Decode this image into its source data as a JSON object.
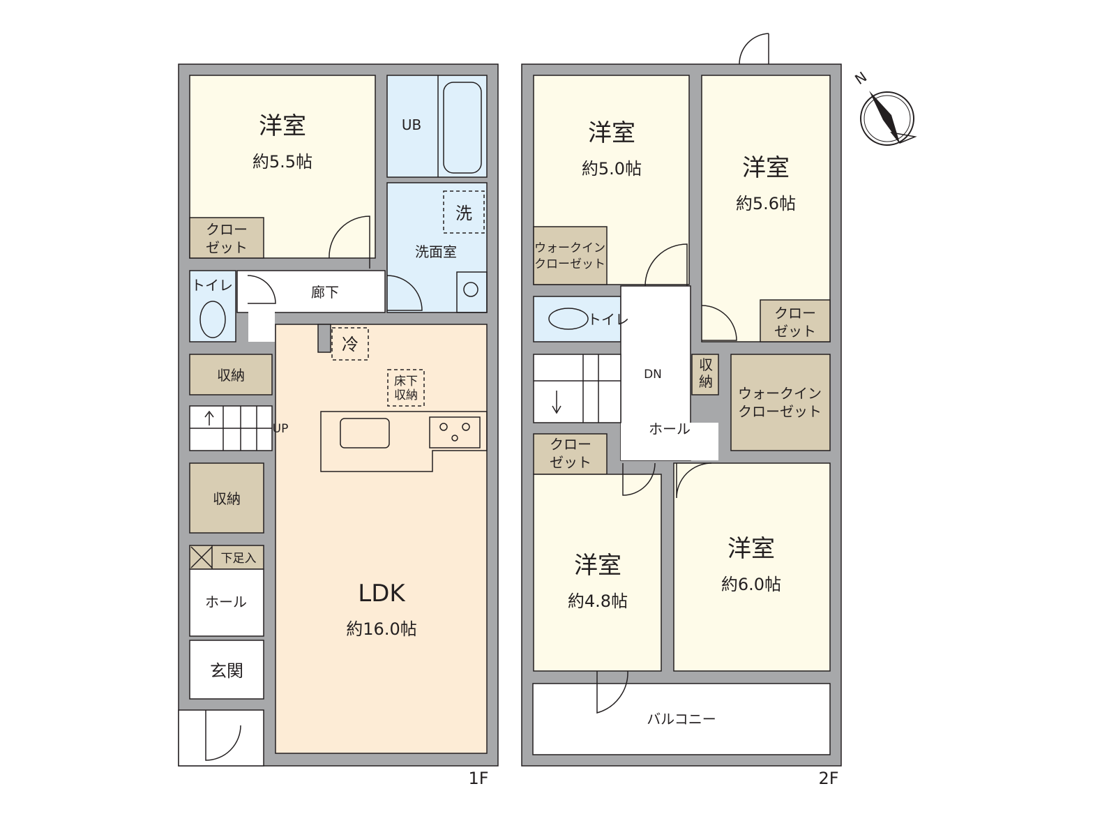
{
  "colors": {
    "wall": "#a7a8aa",
    "western_room": "#fefbe9",
    "wet_area": "#dff0fb",
    "storage": "#d8cdb3",
    "ldk": "#fdecd6"
  },
  "floor1": {
    "label": "1F",
    "western_room": {
      "name": "洋室",
      "size": "約5.5帖"
    },
    "closet": {
      "line1": "クロー",
      "line2": "ゼット"
    },
    "unit_bath": "UB",
    "washer": "洗",
    "washroom": "洗面室",
    "toilet": "トイレ",
    "corridor": "廊下",
    "fridge": "冷",
    "underfloor_storage": {
      "line1": "床下",
      "line2": "収納"
    },
    "storage_1": "収納",
    "storage_2": "収納",
    "stairs_up": "UP",
    "shoe_storage": "下足入",
    "hall": "ホール",
    "entrance": "玄関",
    "ldk": {
      "name": "LDK",
      "size": "約16.0帖"
    }
  },
  "floor2": {
    "label": "2F",
    "room_a": {
      "name": "洋室",
      "size": "約5.0帖"
    },
    "room_b": {
      "name": "洋室",
      "size": "約5.6帖"
    },
    "room_c": {
      "name": "洋室",
      "size": "約4.8帖"
    },
    "room_d": {
      "name": "洋室",
      "size": "約6.0帖"
    },
    "wic_1": {
      "line1": "ウォークイン",
      "line2": "クローゼット"
    },
    "wic_2": {
      "line1": "ウォークイン",
      "line2": "クローゼット"
    },
    "toilet": "トイレ",
    "closet_1": {
      "line1": "クロー",
      "line2": "ゼット"
    },
    "closet_2": {
      "line1": "クロー",
      "line2": "ゼット"
    },
    "storage": {
      "line1": "収",
      "line2": "納"
    },
    "stairs_down": "DN",
    "hall": "ホール",
    "balcony": "バルコニー"
  },
  "compass": {
    "north": "N"
  }
}
